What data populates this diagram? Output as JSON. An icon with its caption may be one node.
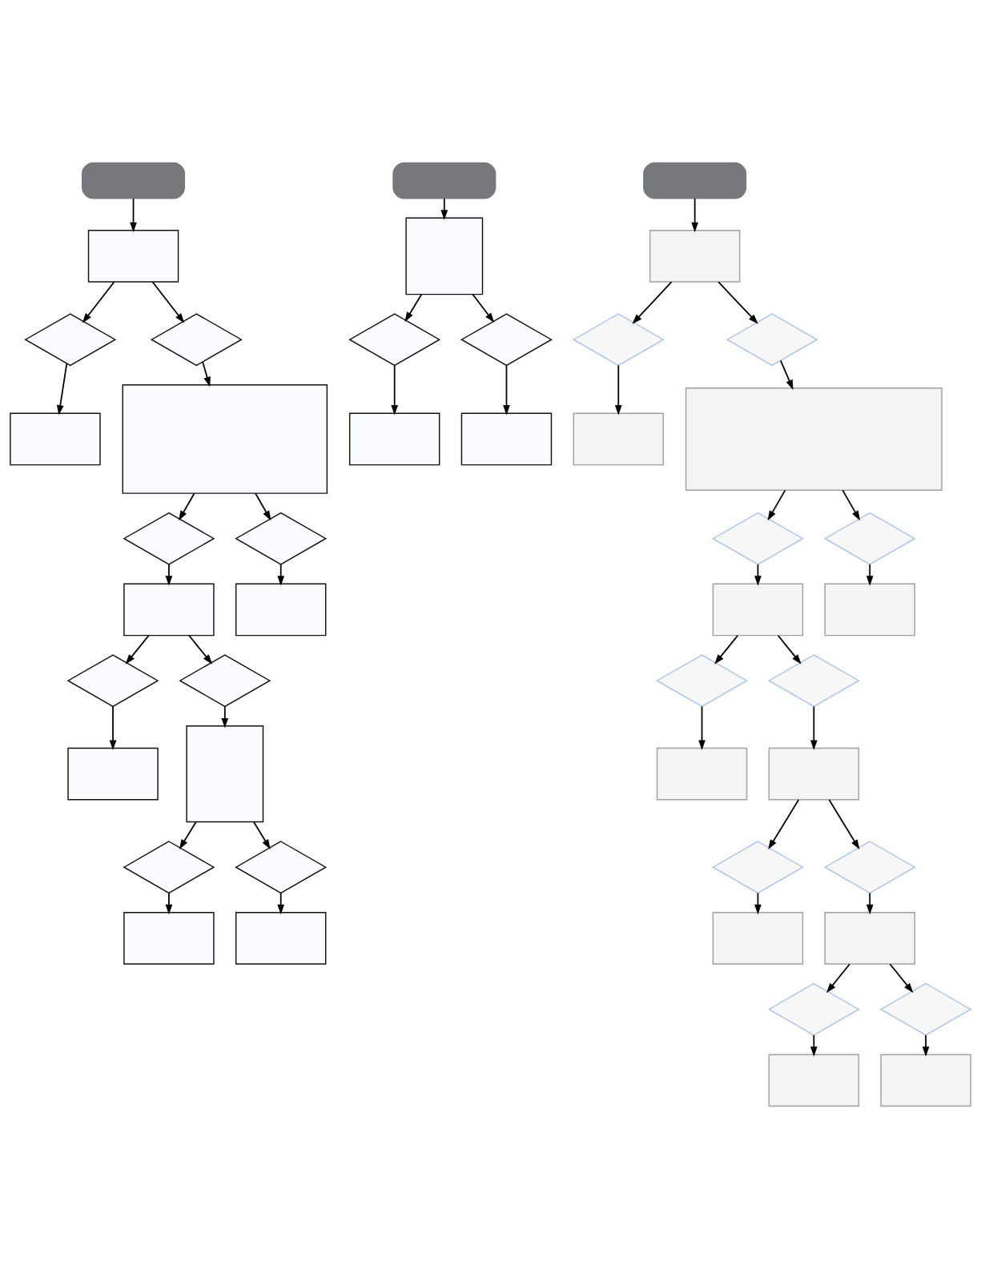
{
  "diagram": {
    "nodes": [
      {
        "text": [],
        "shape": "oval"
      },
      {
        "text": [],
        "shape": "box"
      },
      {
        "text": [],
        "shape": "diamond"
      },
      {
        "text": [],
        "shape": "diamond"
      },
      {
        "text": [],
        "shape": "box"
      },
      {
        "text": [],
        "shape": "box"
      },
      {
        "text": [],
        "shape": "diamond"
      },
      {
        "text": [],
        "shape": "diamond"
      },
      {
        "text": [],
        "shape": "box"
      },
      {
        "text": [],
        "shape": "box"
      },
      {
        "text": [],
        "shape": "diamond"
      },
      {
        "text": [],
        "shape": "box"
      },
      {
        "text": [],
        "shape": "diamond"
      },
      {
        "text": [],
        "shape": "box"
      },
      {
        "text": [],
        "shape": "diamond"
      },
      {
        "text": [],
        "shape": "box"
      },
      {
        "text": [],
        "shape": "diamond"
      },
      {
        "text": [],
        "shape": "box"
      },
      {
        "text": [],
        "shape": "oval"
      },
      {
        "text": [],
        "shape": "box"
      },
      {
        "text": [],
        "shape": "diamond"
      },
      {
        "text": [],
        "shape": "diamond"
      },
      {
        "text": [],
        "shape": "box"
      },
      {
        "text": [],
        "shape": "box"
      },
      {
        "text": [],
        "shape": "oval"
      },
      {
        "text": [],
        "shape": "box"
      },
      {
        "text": [],
        "shape": "diamond"
      },
      {
        "text": [],
        "shape": "box"
      },
      {
        "text": [],
        "shape": "diamond"
      },
      {
        "text": [],
        "shape": "box"
      },
      {
        "text": [],
        "shape": "diamond"
      },
      {
        "text": [],
        "shape": "diamond"
      },
      {
        "text": [],
        "shape": "box"
      },
      {
        "text": [],
        "shape": "diamond"
      },
      {
        "text": [],
        "shape": "box"
      },
      {
        "text": [],
        "shape": "box"
      },
      {
        "text": [],
        "shape": "diamond"
      },
      {
        "text": [],
        "shape": "box"
      },
      {
        "text": [],
        "shape": "diamond"
      },
      {
        "text": [],
        "shape": "box"
      },
      {
        "text": [],
        "shape": "diamond"
      },
      {
        "text": [],
        "shape": "box"
      },
      {
        "text": [],
        "shape": "diamond"
      },
      {
        "text": [],
        "shape": "diamond"
      },
      {
        "text": [],
        "shape": "box"
      },
      {
        "text": [],
        "shape": "box"
      }
    ],
    "edges": [
      {
        "from": 0,
        "to": 1,
        "arrow": "to"
      },
      {
        "from": 1,
        "to": 2,
        "arrow": "to"
      },
      {
        "from": 1,
        "to": 3,
        "arrow": "to"
      },
      {
        "from": 2,
        "to": 4,
        "arrow": "to"
      },
      {
        "from": 3,
        "to": 5,
        "arrow": "to"
      },
      {
        "from": 5,
        "to": 6,
        "arrow": "to"
      },
      {
        "from": 5,
        "to": 7,
        "arrow": "to"
      },
      {
        "from": 6,
        "to": 8,
        "arrow": "to"
      },
      {
        "from": 7,
        "to": 9,
        "arrow": "to"
      },
      {
        "from": 8,
        "to": 10,
        "arrow": "to"
      },
      {
        "from": 10,
        "to": 11,
        "arrow": "to"
      },
      {
        "from": 8,
        "to": 12,
        "arrow": "to"
      },
      {
        "from": 12,
        "to": 13,
        "arrow": "to"
      },
      {
        "from": 13,
        "to": 14,
        "arrow": "to"
      },
      {
        "from": 14,
        "to": 15,
        "arrow": "to"
      },
      {
        "from": 13,
        "to": 16,
        "arrow": "to"
      },
      {
        "from": 16,
        "to": 17,
        "arrow": "to"
      },
      {
        "from": 18,
        "to": 19,
        "arrow": "to"
      },
      {
        "from": 19,
        "to": 20,
        "arrow": "to"
      },
      {
        "from": 19,
        "to": 21,
        "arrow": "to"
      },
      {
        "from": 20,
        "to": 22,
        "arrow": "to"
      },
      {
        "from": 21,
        "to": 23,
        "arrow": "to"
      },
      {
        "from": 24,
        "to": 25,
        "arrow": "to"
      },
      {
        "from": 25,
        "to": 26,
        "arrow": "to"
      },
      {
        "from": 26,
        "to": 27,
        "arrow": "to"
      },
      {
        "from": 25,
        "to": 28,
        "arrow": "to"
      },
      {
        "from": 28,
        "to": 29,
        "arrow": "to"
      },
      {
        "from": 29,
        "to": 30,
        "arrow": "to"
      },
      {
        "from": 29,
        "to": 31,
        "arrow": "to"
      },
      {
        "from": 30,
        "to": 32,
        "arrow": "to"
      },
      {
        "from": 31,
        "to": 34,
        "arrow": "to"
      },
      {
        "from": 32,
        "to": 33,
        "arrow": "to"
      },
      {
        "from": 33,
        "to": 35,
        "arrow": "to"
      },
      {
        "from": 32,
        "to": 36,
        "arrow": "to"
      },
      {
        "from": 36,
        "to": 37,
        "arrow": "to"
      },
      {
        "from": 37,
        "to": 38,
        "arrow": "to"
      },
      {
        "from": 38,
        "to": 39,
        "arrow": "to"
      },
      {
        "from": 37,
        "to": 40,
        "arrow": "to"
      },
      {
        "from": 40,
        "to": 41,
        "arrow": "to"
      },
      {
        "from": 41,
        "to": 42,
        "arrow": "to"
      },
      {
        "from": 41,
        "to": 43,
        "arrow": "to"
      },
      {
        "from": 42,
        "to": 44,
        "arrow": "to"
      },
      {
        "from": 43,
        "to": 45,
        "arrow": "to"
      }
    ]
  }
}
